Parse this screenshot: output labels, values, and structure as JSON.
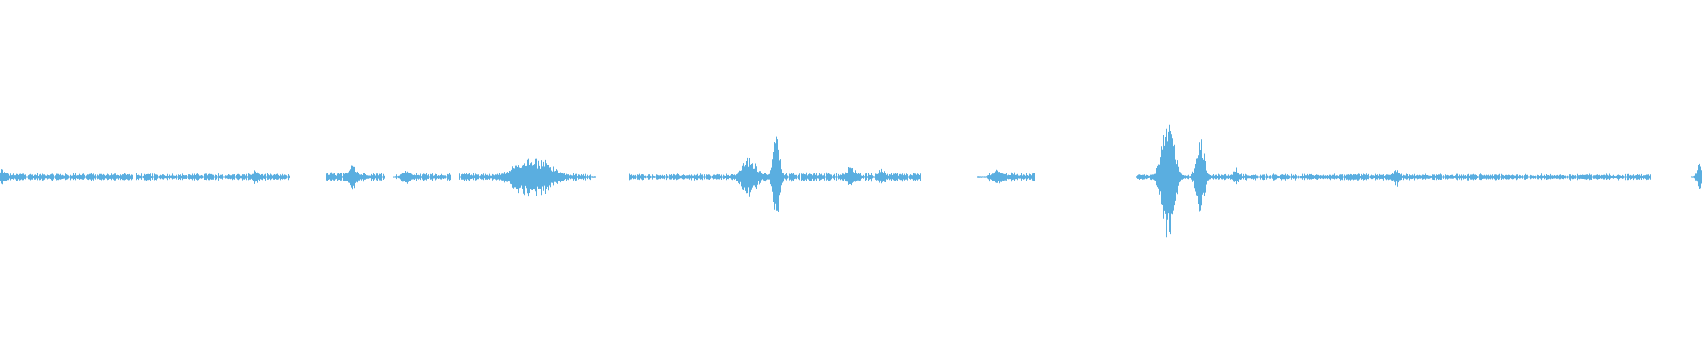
{
  "waveform": {
    "color": "#5aaee0",
    "baseline": "center",
    "segments": [
      {
        "from": 0.0,
        "to": 0.078,
        "level": 0.025
      },
      {
        "from": 0.08,
        "to": 0.17,
        "level": 0.022
      },
      {
        "from": 0.192,
        "to": 0.226,
        "level": 0.03
      },
      {
        "from": 0.233,
        "to": 0.265,
        "level": 0.025
      },
      {
        "from": 0.27,
        "to": 0.347,
        "level": 0.025
      },
      {
        "from": 0.37,
        "to": 0.435,
        "level": 0.02
      },
      {
        "from": 0.436,
        "to": 0.47,
        "level": 0.03
      },
      {
        "from": 0.471,
        "to": 0.541,
        "level": 0.03
      },
      {
        "from": 0.581,
        "to": 0.608,
        "level": 0.03
      },
      {
        "from": 0.668,
        "to": 0.708,
        "level": 0.02
      },
      {
        "from": 0.708,
        "to": 0.97,
        "level": 0.02
      }
    ],
    "bursts": [
      {
        "at": 0.001,
        "amp": 0.07,
        "width": 0.004
      },
      {
        "at": 0.15,
        "amp": 0.06,
        "width": 0.004
      },
      {
        "at": 0.207,
        "amp": 0.12,
        "width": 0.004
      },
      {
        "at": 0.239,
        "amp": 0.07,
        "width": 0.004
      },
      {
        "at": 0.313,
        "amp": 0.17,
        "width": 0.018
      },
      {
        "at": 0.44,
        "amp": 0.15,
        "width": 0.008
      },
      {
        "at": 0.456,
        "amp": 0.4,
        "width": 0.003
      },
      {
        "at": 0.5,
        "amp": 0.08,
        "width": 0.006
      },
      {
        "at": 0.518,
        "amp": 0.07,
        "width": 0.003
      },
      {
        "at": 0.586,
        "amp": 0.06,
        "width": 0.006
      },
      {
        "at": 0.686,
        "amp": 0.5,
        "width": 0.006
      },
      {
        "at": 0.705,
        "amp": 0.3,
        "width": 0.004
      },
      {
        "at": 0.726,
        "amp": 0.07,
        "width": 0.003
      },
      {
        "at": 0.82,
        "amp": 0.08,
        "width": 0.003
      },
      {
        "at": 0.998,
        "amp": 0.15,
        "width": 0.002
      }
    ]
  }
}
